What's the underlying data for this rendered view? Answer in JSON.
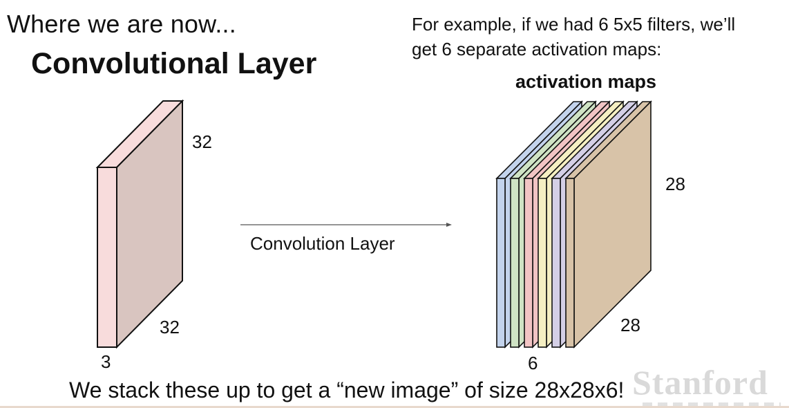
{
  "slide": {
    "heading_small": "Where we are now...",
    "heading_big": "Convolutional Layer",
    "example_line_1": "For example, if we had 6 5x5 filters, we’ll",
    "example_line_2": "get 6 separate activation maps:",
    "maps_title": "activation maps",
    "arrow_label": "Convolution Layer",
    "bottom_text": "We stack these up to get a “new image” of size 28x28x6!",
    "watermark": "Stanford"
  },
  "input_volume": {
    "height": "32",
    "width": "32",
    "depth": "3",
    "face_color": "#d9c5c0",
    "edge_color": "#f8dcdc"
  },
  "output_volume": {
    "height": "28",
    "width": "28",
    "depth": "6",
    "map_colors": [
      "#c3d3ec",
      "#cfe3c4",
      "#f2c4c4",
      "#f5efc2",
      "#d4cfe6",
      "#d8c3a8"
    ]
  },
  "arrow_icon": "right-arrow-icon"
}
